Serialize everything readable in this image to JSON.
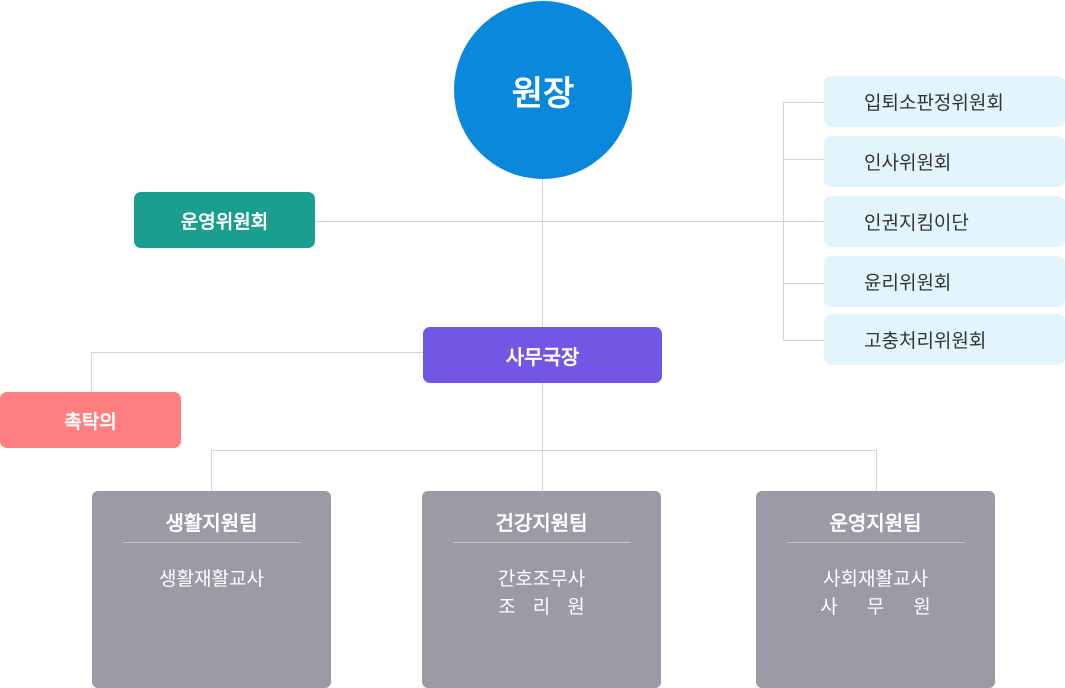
{
  "director": {
    "label": "원장"
  },
  "operating_committee": {
    "label": "운영위원회"
  },
  "secretary_general": {
    "label": "사무국장"
  },
  "advisor": {
    "label": "촉탁의"
  },
  "committees": [
    {
      "label": "입퇴소판정위원회"
    },
    {
      "label": "인사위원회"
    },
    {
      "label": "인권지킴이단"
    },
    {
      "label": "윤리위원회"
    },
    {
      "label": "고충처리위원회"
    }
  ],
  "teams": [
    {
      "title": "생활지원팀",
      "staff": [
        "생활재활교사"
      ]
    },
    {
      "title": "건강지원팀",
      "staff": [
        "간호조무사",
        "조리원"
      ]
    },
    {
      "title": "운영지원팀",
      "staff": [
        "사회재활교사",
        "사무원"
      ]
    }
  ],
  "colors": {
    "director": "#0a88dc",
    "operating_committee": "#1a9e8f",
    "secretary_general": "#7257e4",
    "advisor": "#fd7f7f",
    "committee_bg": "#e3f5fc",
    "team_bg": "#9c9aa4",
    "connector": "#d4d4d4"
  }
}
